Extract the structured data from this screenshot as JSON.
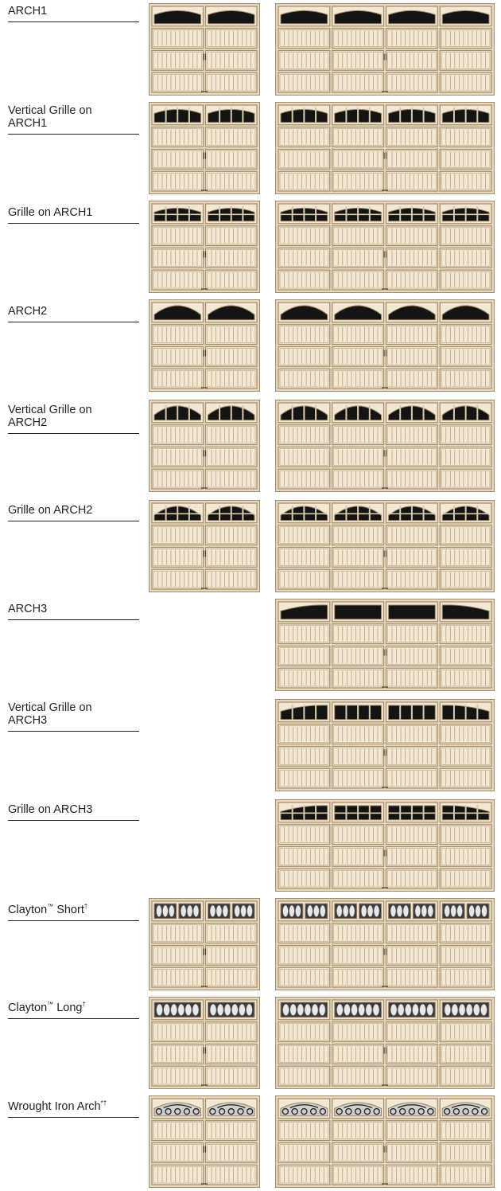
{
  "colors": {
    "door_fill": "#e6d7bf",
    "door_frame": "#a48d6c",
    "panel_fill": "#f3e8d4",
    "groove": "#b29b78",
    "window": "#141414",
    "window_frame": "#9c8564",
    "grille": "#d9cab0"
  },
  "rows": [
    {
      "label": "ARCH1",
      "style": "arch1",
      "grille": "none",
      "single_door": true
    },
    {
      "label": "Vertical Grille on ARCH1",
      "style": "arch1",
      "grille": "vertical",
      "single_door": true
    },
    {
      "label": "Grille on ARCH1",
      "style": "arch1",
      "grille": "full",
      "single_door": true
    },
    {
      "label": "ARCH2",
      "style": "arch2",
      "grille": "none",
      "single_door": true
    },
    {
      "label": "Vertical Grille on ARCH2",
      "style": "arch2",
      "grille": "vertical",
      "single_door": true
    },
    {
      "label": "Grille on ARCH2",
      "style": "arch2",
      "grille": "full",
      "single_door": true
    },
    {
      "label": "ARCH3",
      "style": "arch3",
      "grille": "none",
      "single_door": false
    },
    {
      "label": "Vertical Grille on ARCH3",
      "style": "arch3",
      "grille": "vertical",
      "single_door": false
    },
    {
      "label": "Grille on ARCH3",
      "style": "arch3",
      "grille": "full",
      "single_door": false
    },
    {
      "label_name": "Clayton",
      "label_mark": "™",
      "label_rest": " Short",
      "label_note": "†",
      "style": "clayton-short",
      "grille": "none",
      "single_door": true
    },
    {
      "label_name": "Clayton",
      "label_mark": "™",
      "label_rest": " Long",
      "label_note": "†",
      "style": "clayton-long",
      "grille": "none",
      "single_door": true
    },
    {
      "label_name": "Wrought Iron Arch",
      "label_mark": "",
      "label_rest": "",
      "label_note": "*†",
      "style": "wrought-iron",
      "grille": "none",
      "single_door": true
    }
  ]
}
